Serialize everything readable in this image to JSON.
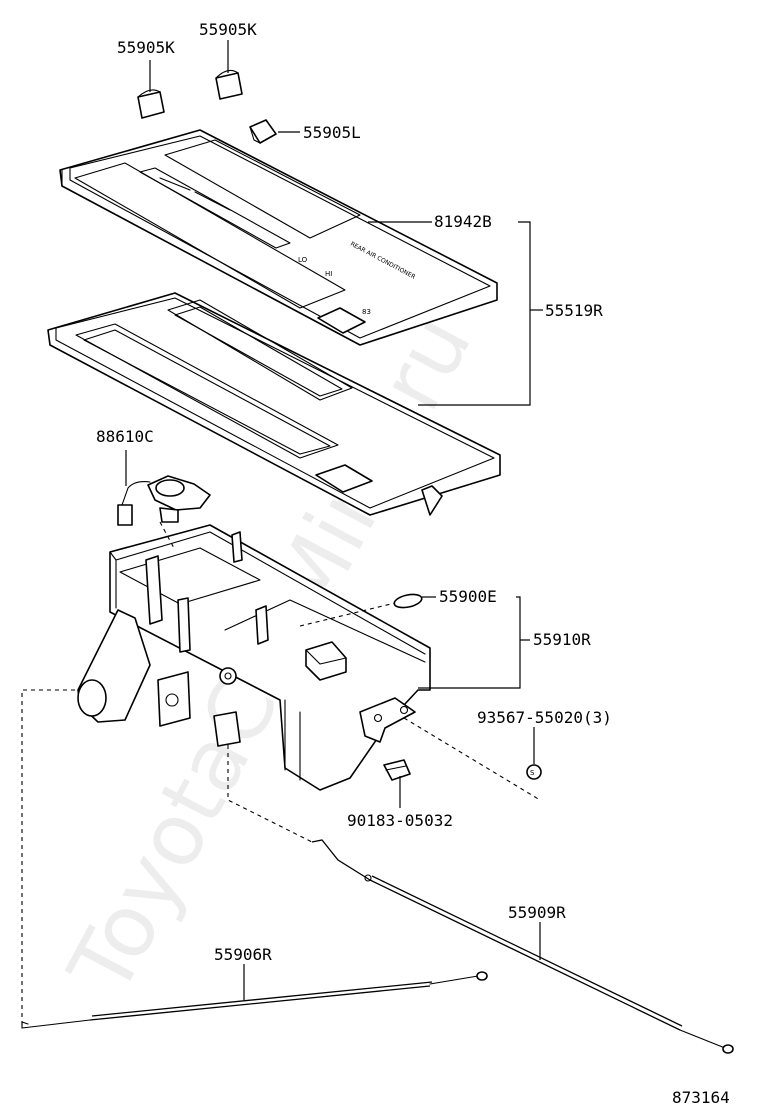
{
  "watermark": "ToyotaCarMine.ru",
  "panel_text": {
    "lo": "LO",
    "hi": "HI",
    "rear_ac": "REAR AIR CONDITIONER"
  },
  "labels": {
    "p55905K_a": "55905K",
    "p55905K_b": "55905K",
    "p55905L": "55905L",
    "p81942B": "81942B",
    "p55519R": "55519R",
    "p88610C": "88610C",
    "p55900E": "55900E",
    "p55910R": "55910R",
    "p93567": "93567-55020(3)",
    "p90183": "90183-05032",
    "p55909R": "55909R",
    "p55906R": "55906R"
  },
  "figure_number": "873164"
}
